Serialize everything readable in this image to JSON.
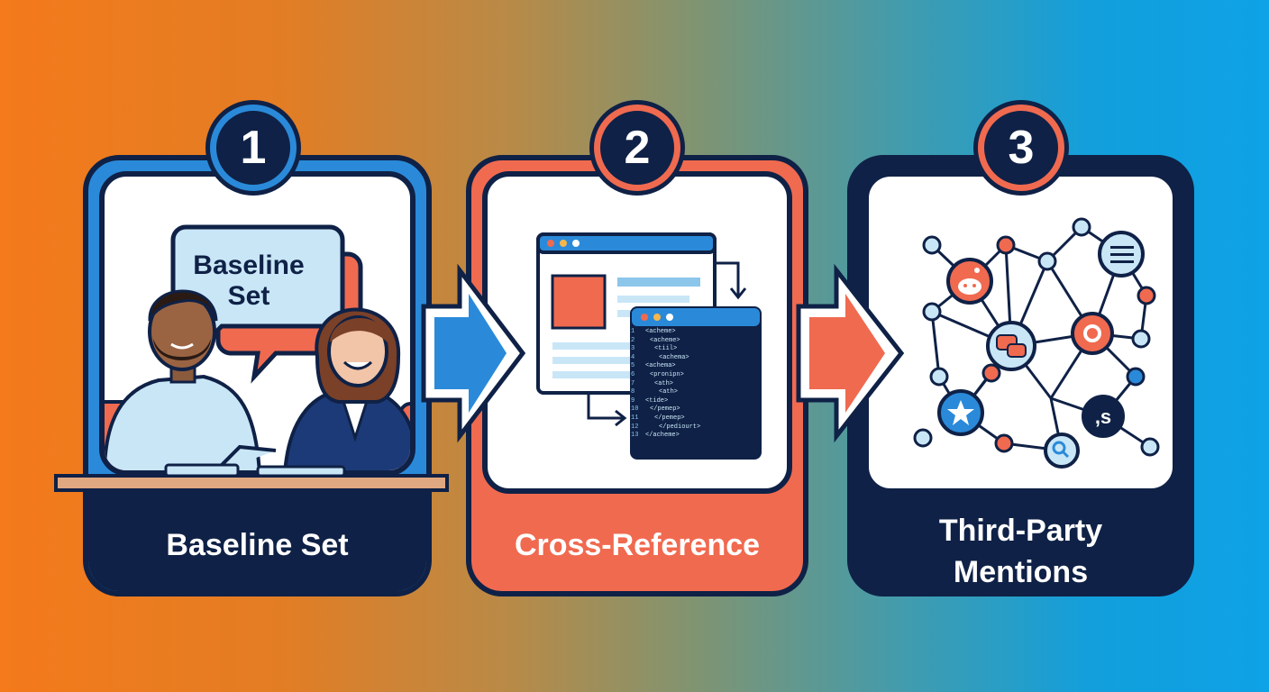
{
  "steps": [
    {
      "number": "1",
      "label": "Baseline Set",
      "bubble": "Baseline Set"
    },
    {
      "number": "2",
      "label": "Cross-Reference"
    },
    {
      "number": "3",
      "label": "Third-Party Mentions"
    }
  ],
  "code_lines": [
    "<acheme>",
    "<tiil>",
    "<achema>",
    "<pronipn>",
    "<ath>",
    "<tide>",
    "</pemep>",
    "</pediourt>",
    "</acheme>"
  ],
  "line_numbers": [
    "1",
    "2",
    "3",
    "4",
    "5",
    "6",
    "7",
    "8",
    "9",
    "10",
    "11",
    "12",
    "13"
  ],
  "colors": {
    "navy": "#0f2146",
    "blue": "#2a8ad9",
    "coral": "#f06a50",
    "light_blue": "#c9e6f7"
  }
}
